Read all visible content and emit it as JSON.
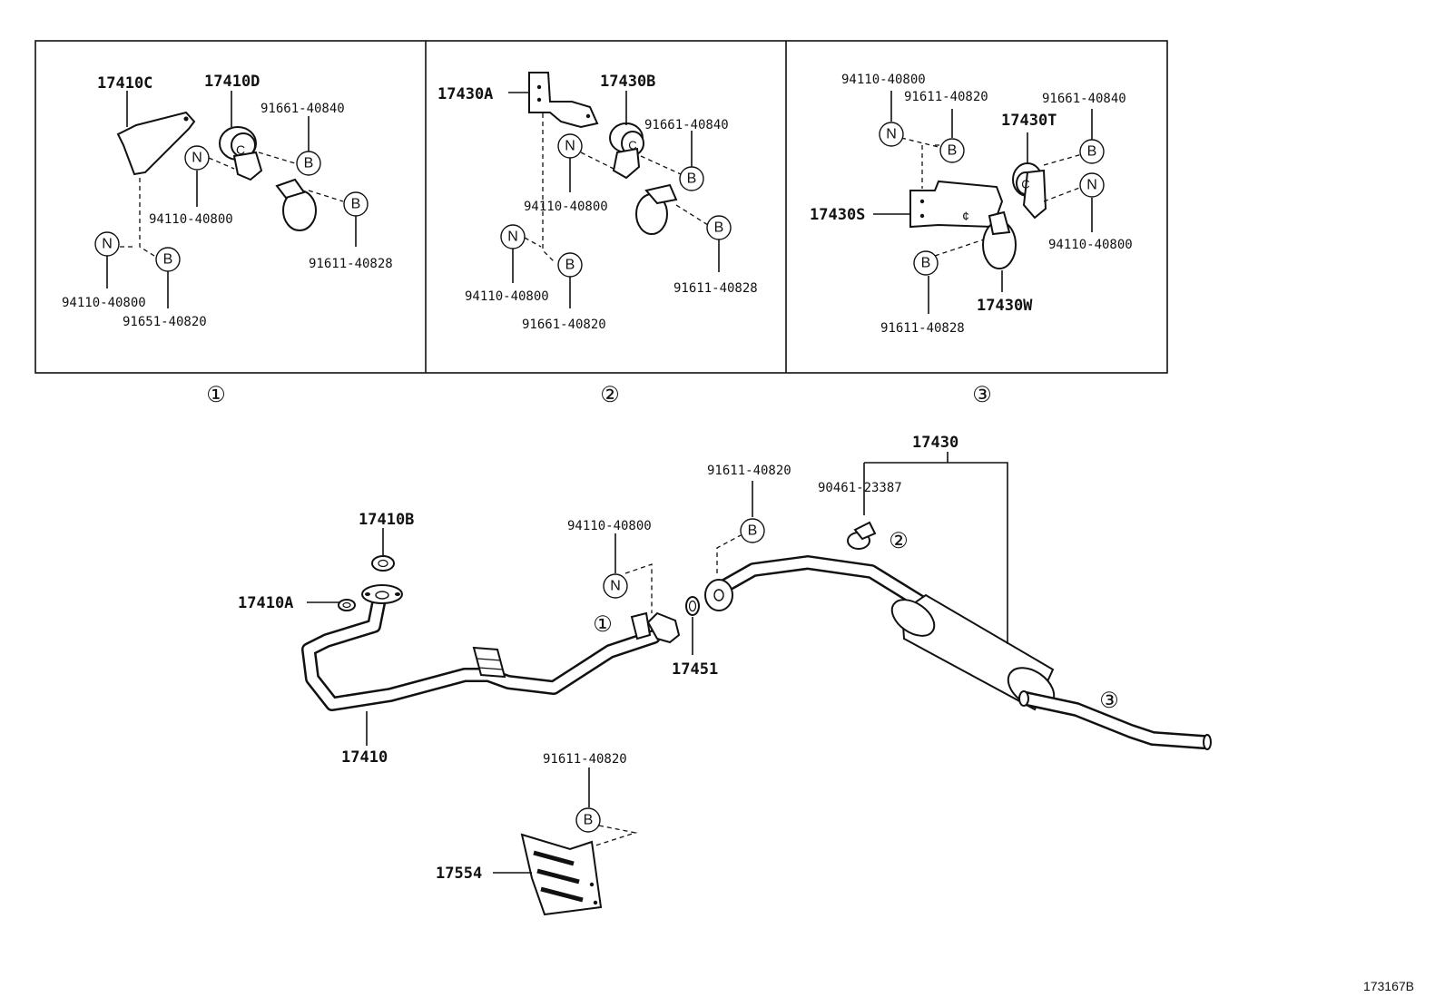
{
  "panels": [
    {
      "number": "①",
      "labels": {
        "l1": "17410C",
        "l2": "17410D",
        "l3": "91661-40840",
        "l4": "94110-40800",
        "l5": "91611-40828",
        "l6": "94110-40800",
        "l7": "91651-40820"
      }
    },
    {
      "number": "②",
      "labels": {
        "l1": "17430A",
        "l2": "17430B",
        "l3": "91661-40840",
        "l4": "94110-40800",
        "l5": "91611-40828",
        "l6": "94110-40800",
        "l7": "91661-40820"
      }
    },
    {
      "number": "③",
      "labels": {
        "l1": "94110-40800",
        "l2": "91611-40820",
        "l3": "91661-40840",
        "l4": "17430T",
        "l5": "17430S",
        "l6": "94110-40800",
        "l7": "17430W",
        "l8": "91611-40828"
      }
    }
  ],
  "main": {
    "labels": {
      "p17430": "17430",
      "p91611_40820_top": "91611-40820",
      "p90461": "90461-23387",
      "p94110": "94110-40800",
      "p17410B": "17410B",
      "p17410A": "17410A",
      "p17451": "17451",
      "p17410": "17410",
      "p91611_40820_bottom": "91611-40820",
      "p17554": "17554"
    },
    "callouts": {
      "c1": "①",
      "c2": "②",
      "c3": "③"
    }
  },
  "symbols": {
    "nut": "N",
    "bolt": "B"
  },
  "reference_id": "173167B"
}
